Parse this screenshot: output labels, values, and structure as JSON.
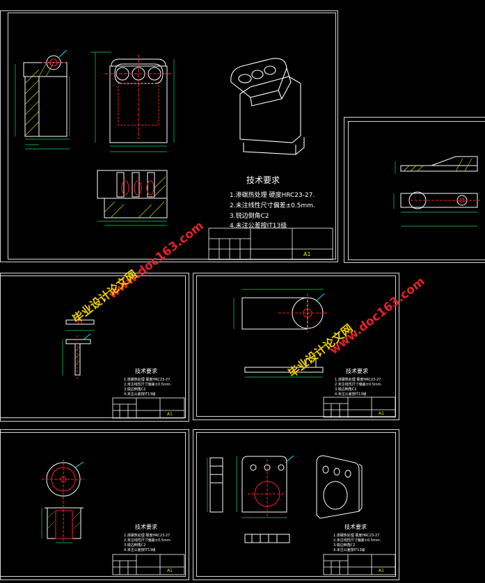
{
  "tech_req": {
    "title": "技术要求",
    "items": [
      "1.渗碳热处理  硬度HRC23-27.",
      "2.未注线性尺寸偏差±0.5mm.",
      "3.锐边倒角C2",
      "4.未注公差按IT13级"
    ]
  },
  "title_block": {
    "sheet_size": "A1"
  },
  "watermark": {
    "url": "www.doc163.com",
    "name": "毕业设计论文网"
  },
  "colors": {
    "background": "#000000",
    "outline": "#ffffff",
    "dimension": "#00e060",
    "centerline": "#ff2020",
    "leader": "#00e8ff",
    "hatch": "#e8e800",
    "watermark_red": "#e8202a",
    "watermark_yellow": "#f0d000"
  }
}
